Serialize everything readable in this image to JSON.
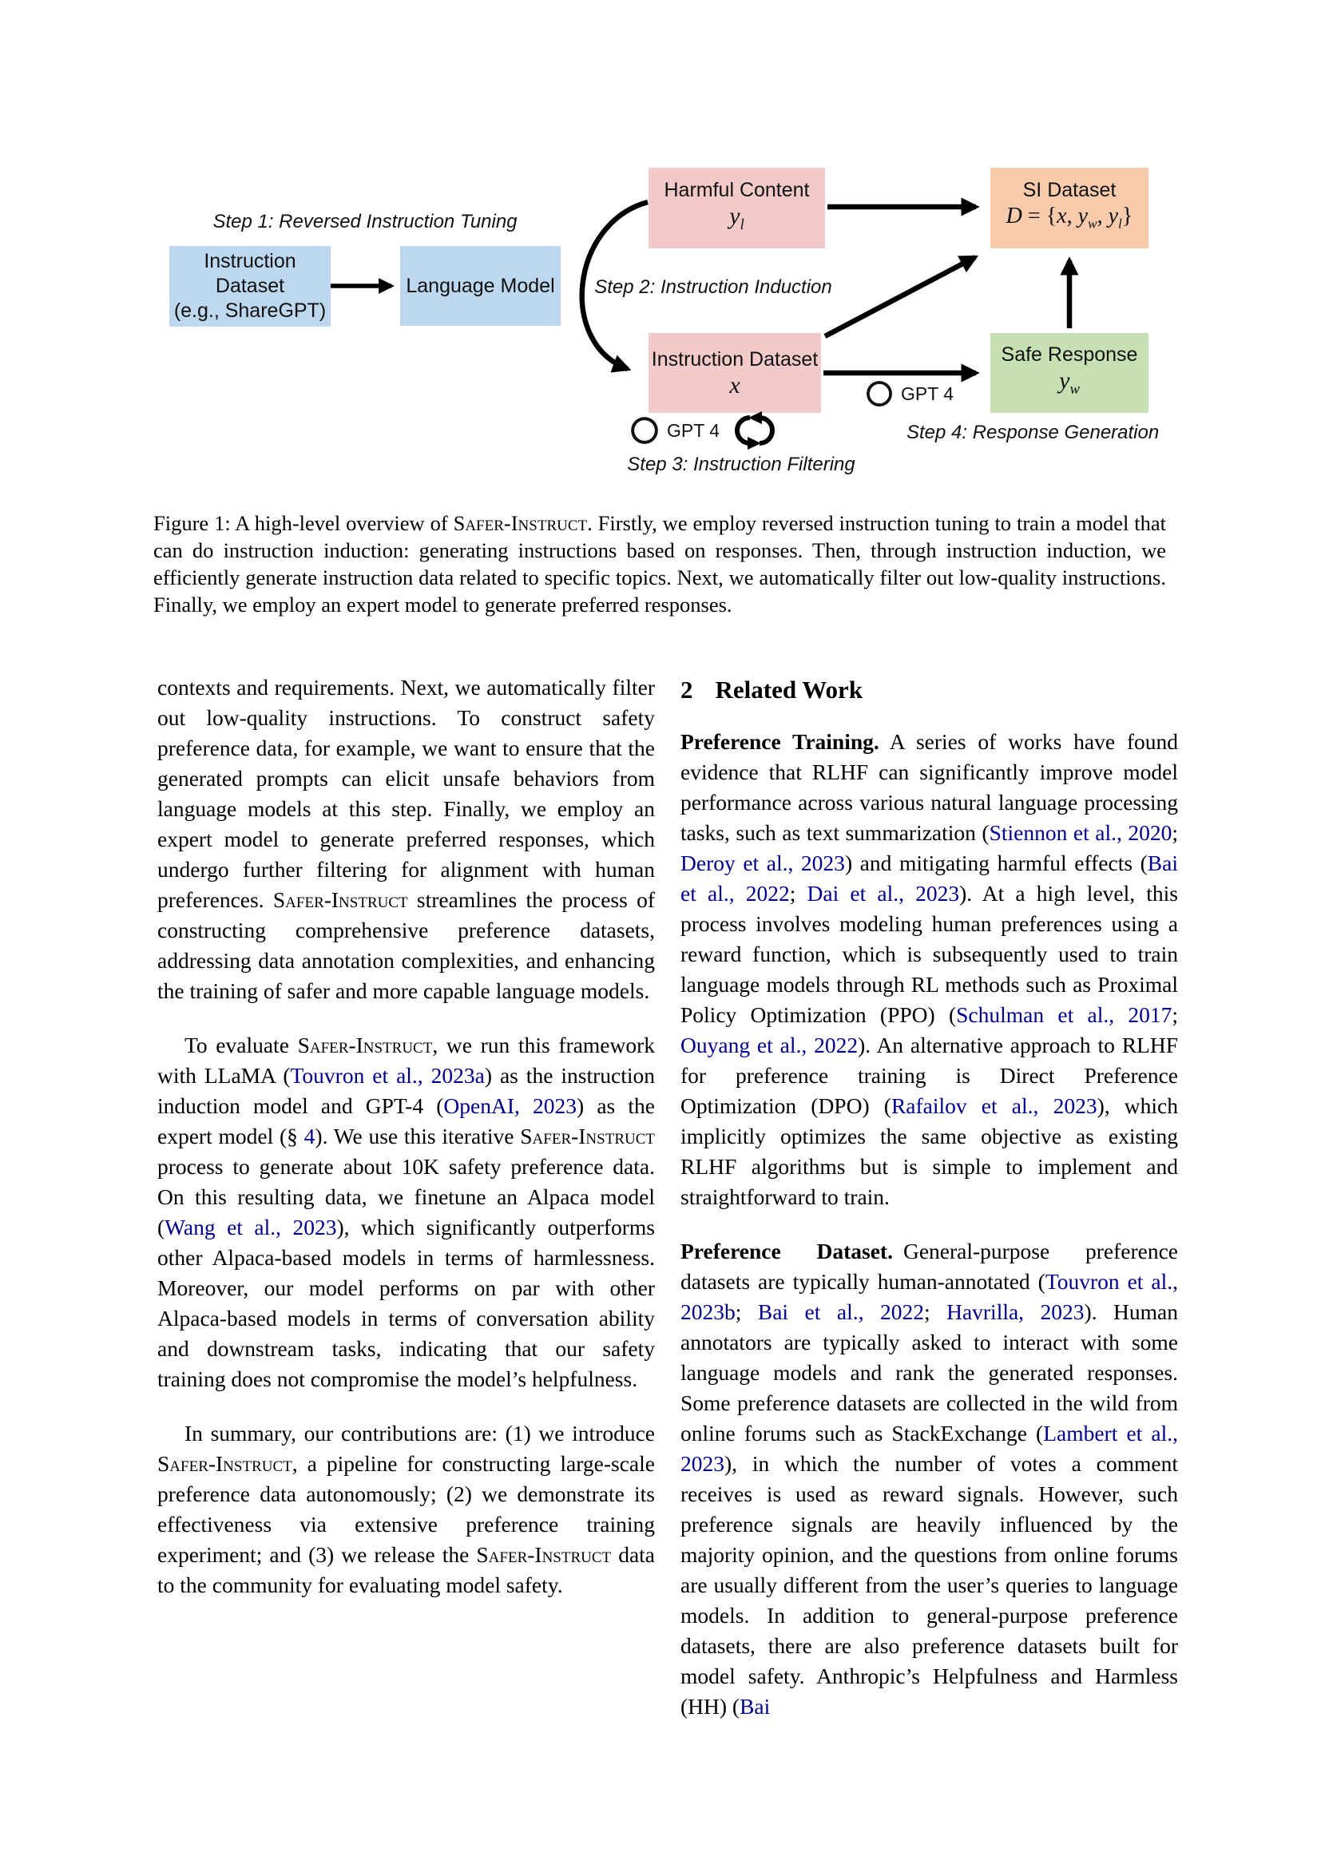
{
  "colors": {
    "citation": "#00008b",
    "arrow": "#000000"
  },
  "figure": {
    "labels": {
      "step1": "Step 1: Reversed Instruction Tuning",
      "step2": "Step 2: Instruction Induction",
      "step3": "Step 3: Instruction Filtering",
      "step4": "Step 4: Response Generation",
      "gpt_filter": "GPT 4",
      "gpt_response": "GPT 4"
    },
    "boxes": {
      "source_dataset": {
        "color": "#bdd7ee",
        "lines": [
          "Instruction",
          "Dataset",
          "(e.g., ShareGPT)"
        ]
      },
      "language_model": {
        "color": "#bdd7ee",
        "label": "Language Model"
      },
      "harmful_content": {
        "color": "#f2caca",
        "label": "Harmful Content",
        "math": [
          {
            "t": "y",
            "c": "mi"
          },
          {
            "sub": "l"
          }
        ]
      },
      "si_dataset": {
        "color": "#f8cbad",
        "label": "SI Dataset",
        "math": [
          {
            "t": "D",
            "c": "mi"
          },
          {
            "t": " = {"
          },
          {
            "t": "x",
            "c": "mi"
          },
          {
            "t": ", "
          },
          {
            "t": "y",
            "c": "mi"
          },
          {
            "sub": "w"
          },
          {
            "t": ", "
          },
          {
            "t": "y",
            "c": "mi"
          },
          {
            "sub": "l"
          },
          {
            "t": "}"
          }
        ]
      },
      "instruction_dataset": {
        "color": "#f2caca",
        "label": "Instruction Dataset",
        "math": [
          {
            "t": "x",
            "c": "mi"
          }
        ]
      },
      "safe_response": {
        "color": "#c6e0b4",
        "label": "Safe Response",
        "math": [
          {
            "t": "y",
            "c": "mi"
          },
          {
            "sub": "w"
          }
        ]
      }
    }
  },
  "caption": {
    "segments": [
      {
        "t": "Figure 1: A high-level overview of "
      },
      {
        "t": "Safer-Instruct",
        "c": "sc"
      },
      {
        "t": ". Firstly, we employ reversed instruction tuning to train a model that can do instruction induction: generating instructions based on responses. Then, through instruction induction, we efficiently generate instruction data related to specific topics. Next, we automatically filter out low-quality instructions. Finally, we employ an expert model to generate preferred responses."
      }
    ]
  },
  "left_column": {
    "paragraphs": [
      {
        "indent": false,
        "segments": [
          {
            "t": "contexts and requirements. Next, we automatically filter out low-quality instructions. To construct safety preference data, for example, we want to ensure that the generated prompts can elicit unsafe behaviors from language models at this step. Finally, we employ an expert model to generate preferred responses, which undergo further filtering for alignment with human preferences. "
          },
          {
            "t": "Safer-Instruct",
            "c": "sc"
          },
          {
            "t": " streamlines the process of constructing comprehensive preference datasets, addressing data annotation complexities, and enhancing the training of safer and more capable language models."
          }
        ]
      },
      {
        "indent": true,
        "segments": [
          {
            "t": "To evaluate "
          },
          {
            "t": "Safer-Instruct",
            "c": "sc"
          },
          {
            "t": ", we run this framework with LLaMA ("
          },
          {
            "t": "Touvron et al., 2023a",
            "c": "cite"
          },
          {
            "t": ") as the instruction induction model and GPT-4 ("
          },
          {
            "t": "OpenAI, 2023",
            "c": "cite"
          },
          {
            "t": ") as the expert model (§ "
          },
          {
            "t": "4",
            "c": "cite"
          },
          {
            "t": "). We use this iterative "
          },
          {
            "t": "Safer-Instruct",
            "c": "sc"
          },
          {
            "t": " process to generate about 10K safety preference data. On this resulting data, we finetune an Alpaca model ("
          },
          {
            "t": "Wang et al., 2023",
            "c": "cite"
          },
          {
            "t": "), which significantly outperforms other Alpaca-based models in terms of harmlessness. Moreover, our model performs on par with other Alpaca-based models in terms of conversation ability and downstream tasks, indicating that our safety training does not compromise the model’s helpfulness."
          }
        ]
      },
      {
        "indent": true,
        "segments": [
          {
            "t": "In summary, our contributions are: (1) we introduce "
          },
          {
            "t": "Safer-Instruct",
            "c": "sc"
          },
          {
            "t": ", a pipeline for constructing large-scale preference data autonomously; (2) we demonstrate its effectiveness via extensive preference training experiment; and (3) we release the "
          },
          {
            "t": "Safer-Instruct",
            "c": "sc"
          },
          {
            "t": " data to the community for evaluating model safety."
          }
        ]
      }
    ]
  },
  "right_column": {
    "section_number": "2",
    "section_title": "Related Work",
    "paragraphs": [
      {
        "segments": [
          {
            "t": "Preference Training.",
            "c": "b"
          },
          {
            "t": "A series of works have found evidence that RLHF can significantly improve model performance across various natural language processing tasks, such as text summarization ("
          },
          {
            "t": "Stiennon et al., 2020",
            "c": "cite"
          },
          {
            "t": "; "
          },
          {
            "t": "Deroy et al., 2023",
            "c": "cite"
          },
          {
            "t": ") and mitigating harmful effects ("
          },
          {
            "t": "Bai et al., 2022",
            "c": "cite"
          },
          {
            "t": "; "
          },
          {
            "t": "Dai et al., 2023",
            "c": "cite"
          },
          {
            "t": "). At a high level, this process involves modeling human preferences using a reward function, which is subsequently used to train language models through RL methods such as Proximal Policy Optimization (PPO) ("
          },
          {
            "t": "Schulman et al., 2017",
            "c": "cite"
          },
          {
            "t": "; "
          },
          {
            "t": "Ouyang et al., 2022",
            "c": "cite"
          },
          {
            "t": "). An alternative approach to RLHF for preference training is Direct Preference Optimization (DPO) ("
          },
          {
            "t": "Rafailov et al., 2023",
            "c": "cite"
          },
          {
            "t": "), which implicitly optimizes the same objective as existing RLHF algorithms but is simple to implement and straightforward to train."
          }
        ]
      },
      {
        "segments": [
          {
            "t": "Preference Dataset.",
            "c": "b"
          },
          {
            "t": "General-purpose preference datasets are typically human-annotated ("
          },
          {
            "t": "Touvron et al., 2023b",
            "c": "cite"
          },
          {
            "t": "; "
          },
          {
            "t": "Bai et al., 2022",
            "c": "cite"
          },
          {
            "t": "; "
          },
          {
            "t": "Havrilla, 2023",
            "c": "cite"
          },
          {
            "t": "). Human annotators are typically asked to interact with some language models and rank the generated responses. Some preference datasets are collected in the wild from online forums such as StackExchange ("
          },
          {
            "t": "Lambert et al., 2023",
            "c": "cite"
          },
          {
            "t": "), in which the number of votes a comment receives is used as reward signals. However, such preference signals are heavily influenced by the majority opinion, and the questions from online forums are usually different from the user’s queries to language models. In addition to general-purpose preference datasets, there are also preference datasets built for model safety. Anthropic’s Helpfulness and Harmless (HH) ("
          },
          {
            "t": "Bai",
            "c": "cite"
          }
        ]
      }
    ]
  }
}
